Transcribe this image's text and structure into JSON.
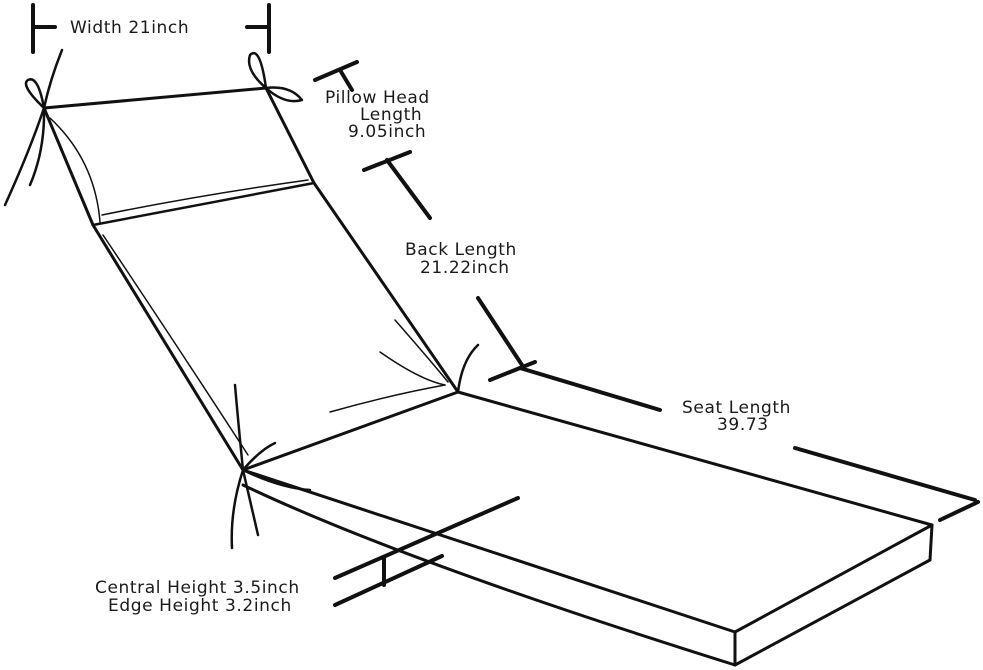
{
  "title": "Chaise lounge cushion dimension diagram",
  "colors": {
    "background": "#ffffff",
    "line": "#111111",
    "text": "#1a1a1a"
  },
  "dimensions": {
    "width": {
      "label": "Width 21inch",
      "value": 21,
      "unit": "inch"
    },
    "pillow_head": {
      "line1": "Pillow Head",
      "line2": "Length",
      "line3": "9.05inch",
      "value": 9.05,
      "unit": "inch"
    },
    "back_length": {
      "line1": "Back Length",
      "line2": "21.22inch",
      "value": 21.22,
      "unit": "inch"
    },
    "seat_length": {
      "line1": "Seat Length",
      "line2": "39.73",
      "value": 39.73
    },
    "central_height": {
      "label": "Central Height 3.5inch",
      "value": 3.5,
      "unit": "inch"
    },
    "edge_height": {
      "label": "Edge Height 3.2inch",
      "value": 3.2,
      "unit": "inch"
    }
  }
}
